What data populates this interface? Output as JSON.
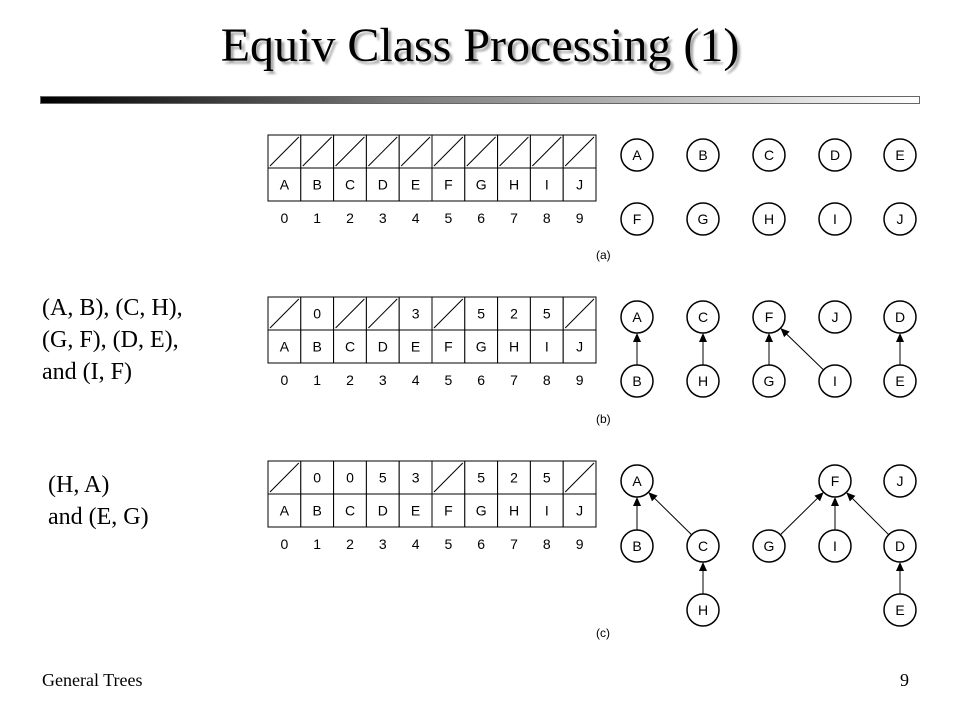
{
  "slide": {
    "title": "Equiv Class Processing (1)",
    "footer_left": "General Trees",
    "page_number": "9"
  },
  "labels": [
    "A",
    "B",
    "C",
    "D",
    "E",
    "F",
    "G",
    "H",
    "I",
    "J"
  ],
  "indices": [
    "0",
    "1",
    "2",
    "3",
    "4",
    "5",
    "6",
    "7",
    "8",
    "9"
  ],
  "panels": [
    {
      "caption": "(a)",
      "pairs_text": "",
      "parents": [
        null,
        null,
        null,
        null,
        null,
        null,
        null,
        null,
        null,
        null
      ],
      "nodes": [
        "A",
        "B",
        "C",
        "D",
        "E",
        "F",
        "G",
        "H",
        "I",
        "J"
      ],
      "edges": []
    },
    {
      "caption": "(b)",
      "pairs_text": "(A, B), (C, H),\n(G, F), (D, E),\nand (I, F)",
      "parents": [
        null,
        "0",
        null,
        null,
        "3",
        null,
        "5",
        "2",
        "5",
        null
      ],
      "nodes": [
        "A",
        "C",
        "F",
        "J",
        "D",
        "B",
        "H",
        "G",
        "I",
        "E"
      ],
      "edges": [
        [
          "B",
          "A"
        ],
        [
          "H",
          "C"
        ],
        [
          "G",
          "F"
        ],
        [
          "I",
          "F"
        ],
        [
          "E",
          "D"
        ]
      ]
    },
    {
      "caption": "(c)",
      "pairs_text": "(H, A)\nand (E, G)",
      "parents": [
        null,
        "0",
        "0",
        "5",
        "3",
        null,
        "5",
        "2",
        "5",
        null
      ],
      "nodes": [
        "A",
        "F",
        "J",
        "B",
        "C",
        "G",
        "I",
        "D",
        "H",
        "E"
      ],
      "edges": [
        [
          "B",
          "A"
        ],
        [
          "C",
          "A"
        ],
        [
          "H",
          "C"
        ],
        [
          "G",
          "F"
        ],
        [
          "I",
          "F"
        ],
        [
          "D",
          "F"
        ],
        [
          "E",
          "D"
        ]
      ]
    }
  ]
}
